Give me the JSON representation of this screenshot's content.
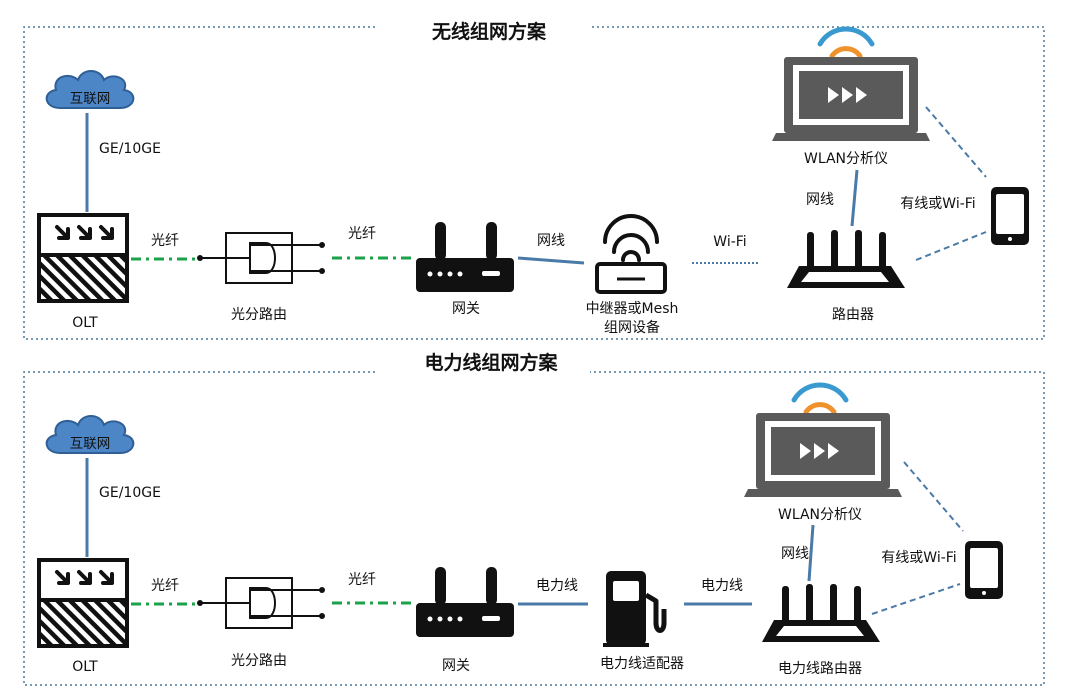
{
  "sections": [
    {
      "title": "无线组网方案",
      "cloud": "互联网",
      "uplink": "GE/10GE",
      "olt": "OLT",
      "link1": "光纤",
      "splitter": "光分路由",
      "link2": "光纤",
      "gateway": "网关",
      "link3": "网线",
      "node4_line1": "中继器或Mesh",
      "node4_line2": "组网设备",
      "link4": "Wi-Fi",
      "router": "路由器",
      "analyzer": "WLAN分析仪",
      "link5": "网线",
      "phone_link": "有线或Wi-Fi"
    },
    {
      "title": "电力线组网方案",
      "cloud": "互联网",
      "uplink": "GE/10GE",
      "olt": "OLT",
      "link1": "光纤",
      "splitter": "光分路由",
      "link2": "光纤",
      "gateway": "网关",
      "link3": "电力线",
      "node4_line1": "电力线适配器",
      "link4": "电力线",
      "router": "电力线路由器",
      "analyzer": "WLAN分析仪",
      "link5": "网线",
      "phone_link": "有线或Wi-Fi"
    }
  ],
  "colors": {
    "frame": "#4a7a9b",
    "blue_line": "#4a7aa8",
    "fiber_green": "#1aa34a",
    "cloud_fill": "#4d86c6",
    "cloud_stroke": "#2f5f95",
    "device": "#111111",
    "laptop": "#5a5a5a",
    "wifi_blue": "#3a9ad0",
    "wifi_orange": "#f0922b"
  }
}
